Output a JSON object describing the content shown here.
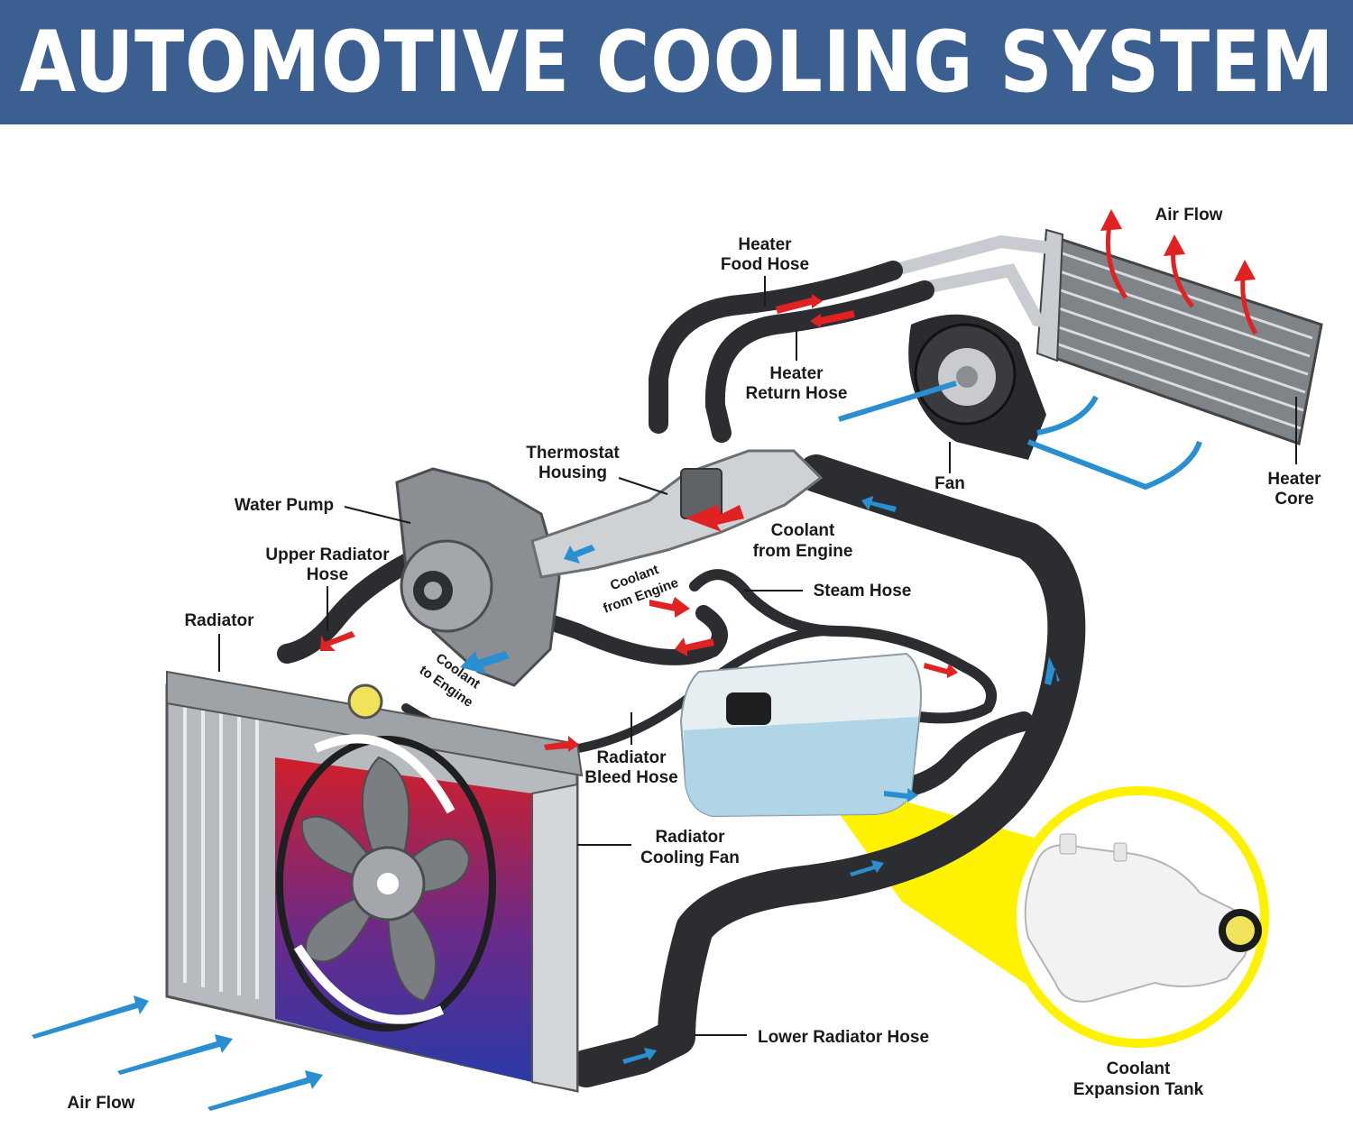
{
  "title": "AUTOMOTIVE COOLING SYSTEM",
  "labels": {
    "air_flow_top": "Air Flow",
    "heater_feed_hose": [
      "Heater",
      "Food Hose"
    ],
    "heater_return_hose": [
      "Heater",
      "Return Hose"
    ],
    "thermostat_housing": [
      "Thermostat",
      "Housing"
    ],
    "water_pump": "Water Pump",
    "upper_radiator_hose": [
      "Upper Radiator",
      "Hose"
    ],
    "radiator": "Radiator",
    "fan": "Fan",
    "heater_core": [
      "Heater",
      "Core"
    ],
    "coolant_from_engine_right": [
      "Coolant",
      "from Engine"
    ],
    "coolant_from_engine_small": [
      "Coolant",
      "from Engine"
    ],
    "coolant_to_engine_small": [
      "Coolant",
      "to Engine"
    ],
    "steam_hose": "Steam Hose",
    "radiator_bleed_hose": [
      "Radiator",
      "Bleed Hose"
    ],
    "radiator_cooling_fan": [
      "Radiator",
      "Cooling Fan"
    ],
    "lower_radiator_hose": "Lower Radiator Hose",
    "coolant_expansion_tank": [
      "Coolant",
      "Expansion Tank"
    ],
    "air_flow_bottom": "Air Flow"
  },
  "colors": {
    "banner": "#3b5f91",
    "hose": "#2b2d31",
    "flow_hot": "#e02222",
    "flow_cold": "#2a8fd0",
    "callout": "#fff200",
    "tank_fluid": "#a9d2e6"
  }
}
